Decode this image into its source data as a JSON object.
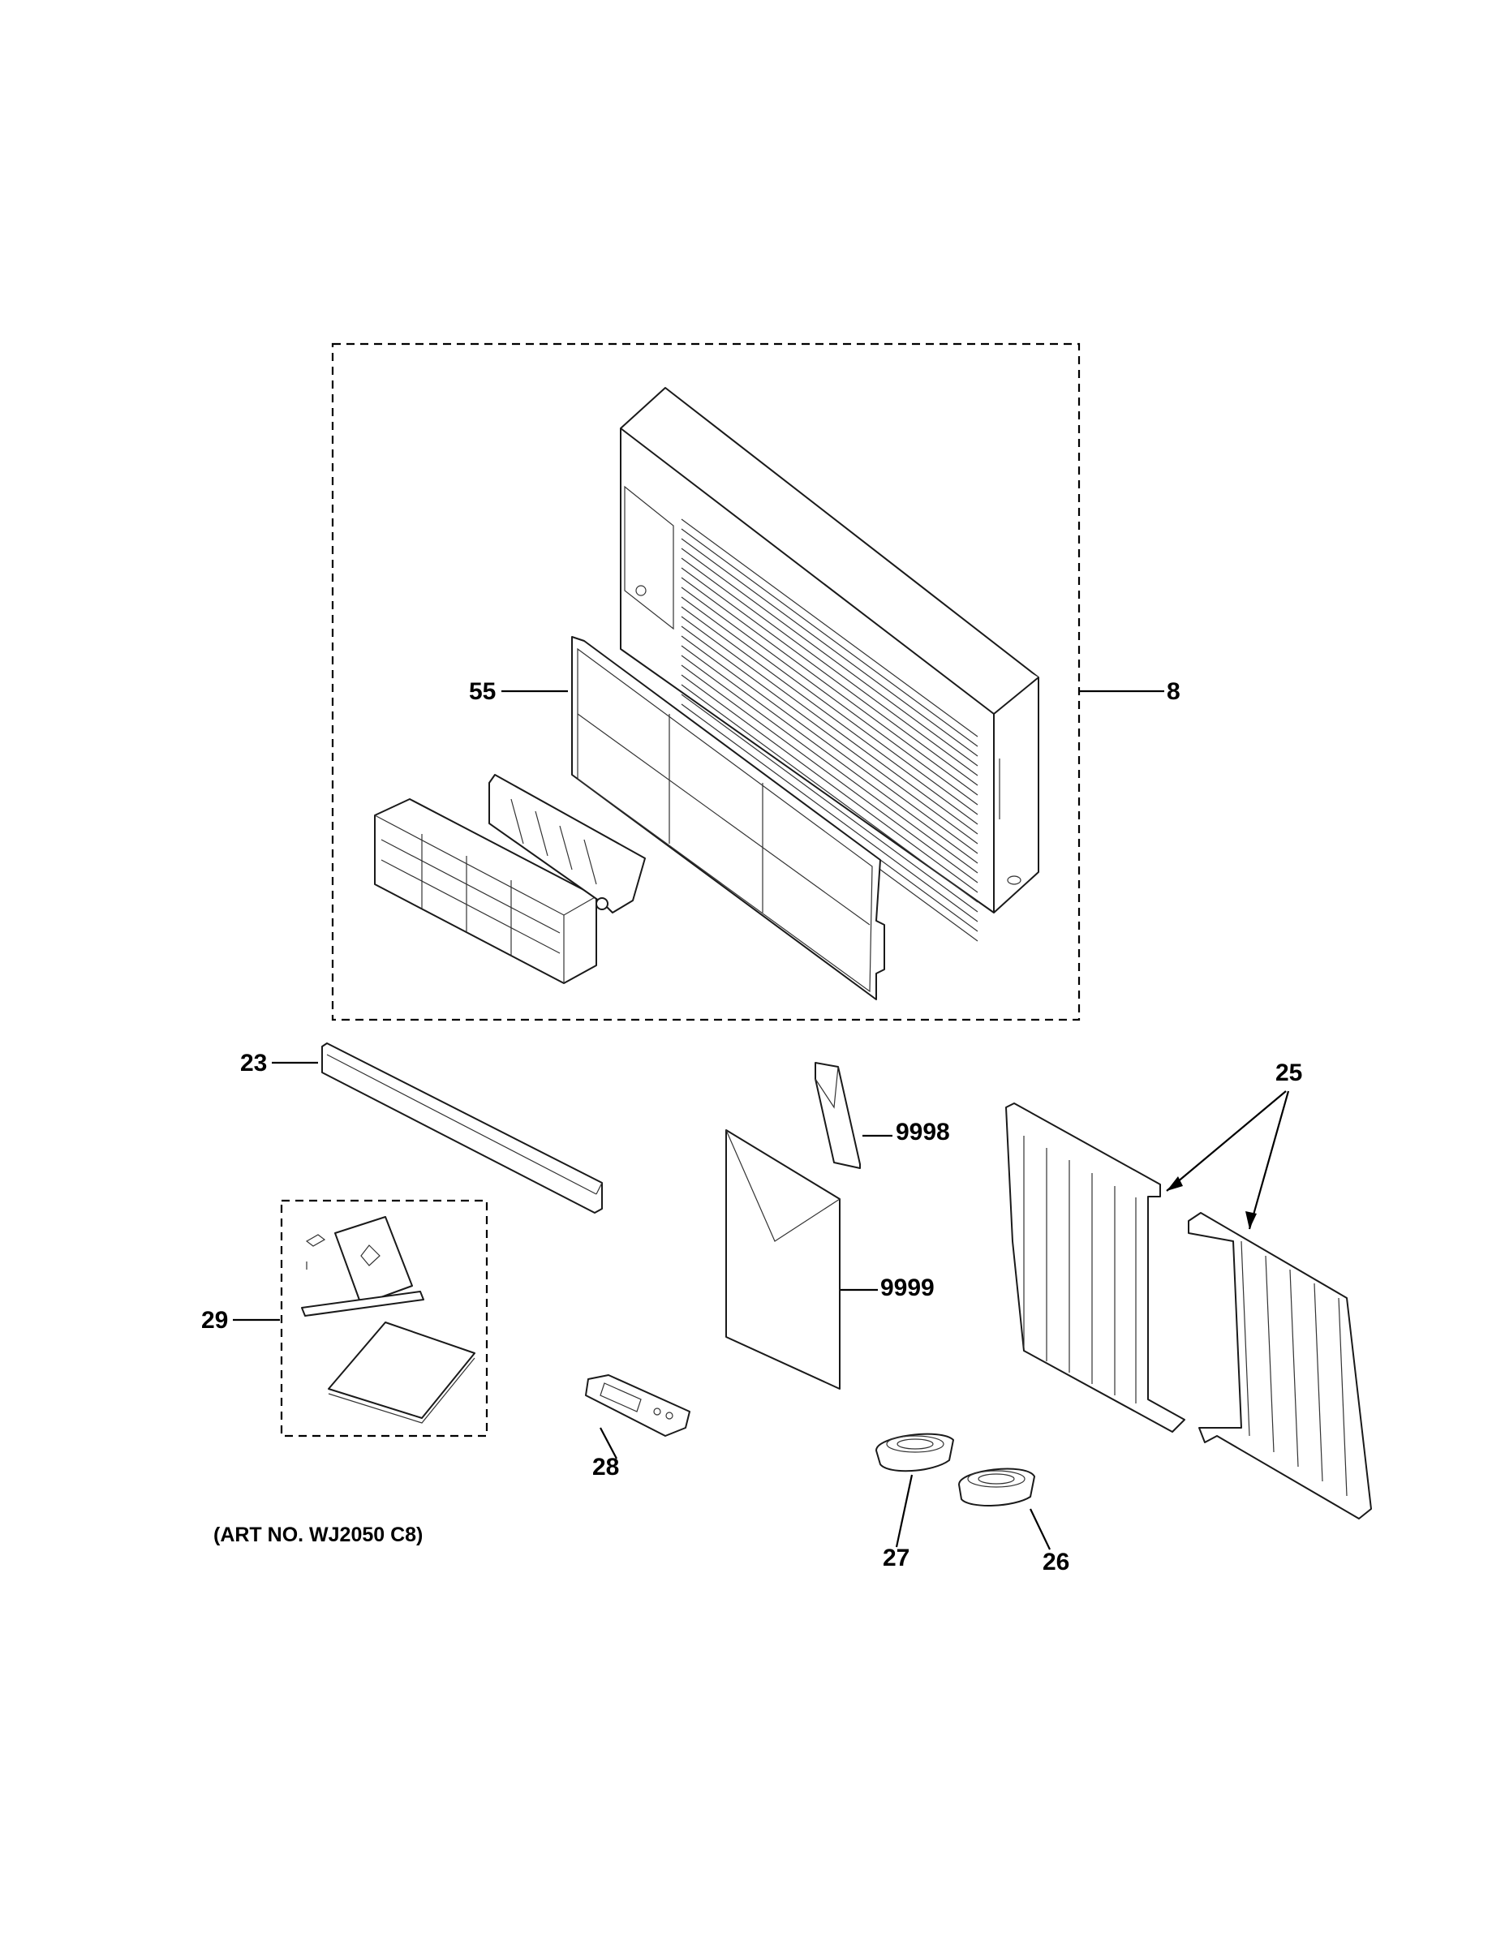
{
  "art_number": "(ART NO. WJ2050 C8)",
  "callouts": {
    "c8": "8",
    "c55": "55",
    "c23": "23",
    "c25": "25",
    "c29": "29",
    "c28": "28",
    "c27": "27",
    "c26": "26",
    "c9998": "9998",
    "c9999": "9999"
  },
  "colors": {
    "ink": "#000000",
    "paper": "#ffffff"
  }
}
